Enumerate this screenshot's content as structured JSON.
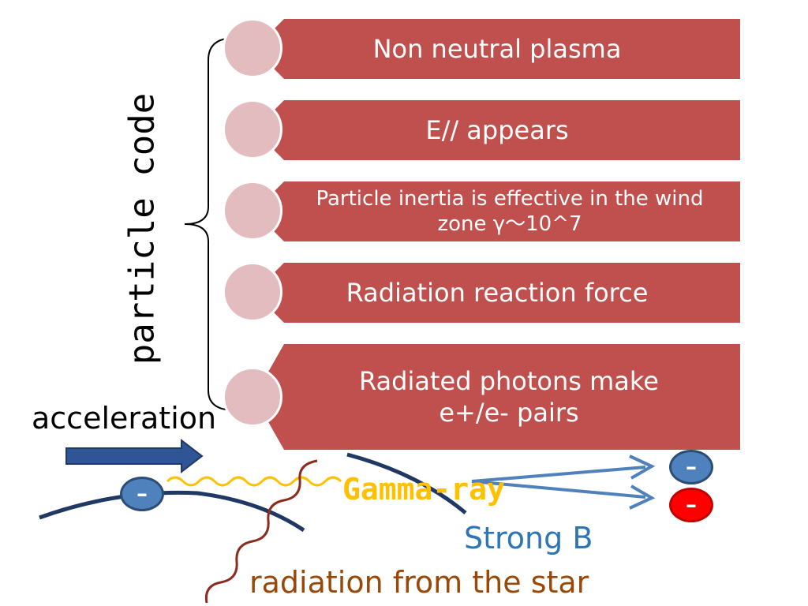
{
  "side_label": "particle code",
  "boxes": [
    {
      "text": "Non neutral plasma"
    },
    {
      "text": "E// appears"
    },
    {
      "text": "Particle inertia is effective in the wind zone γ～10^7"
    },
    {
      "text": "Radiation reaction force"
    },
    {
      "text": "Radiated photons make e+/e- pairs"
    }
  ],
  "labels": {
    "acceleration": "acceleration",
    "gamma_ray": "Gamma-ray",
    "strong_b": "Strong B",
    "radiation": "radiation from the star"
  },
  "particles": {
    "electron_symbol": "–",
    "positron_symbol": "–"
  },
  "colors": {
    "box": "#c0504d",
    "circle": "#e3bcc0",
    "gamma": "#ffc000",
    "field_line": "#1f3864",
    "strong_b": "#2e75b6",
    "radiation": "#984807",
    "positron": "#ff0000"
  }
}
